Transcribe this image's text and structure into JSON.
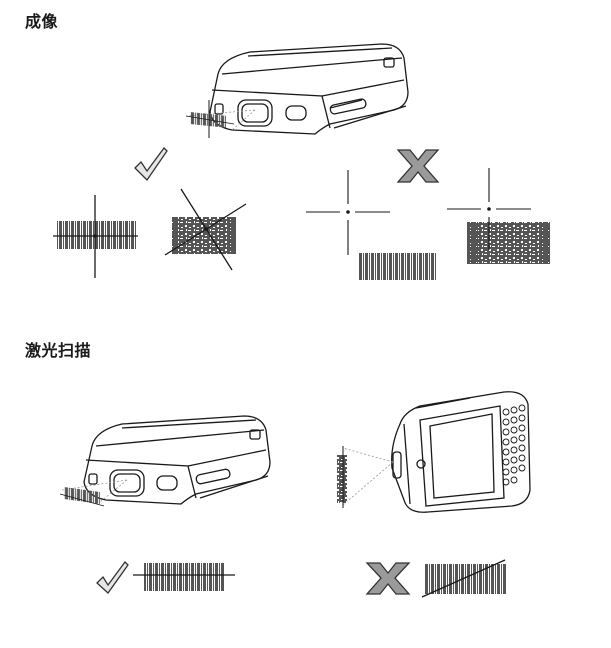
{
  "sections": {
    "imaging": {
      "title": "成像",
      "figures": {
        "device": "imager-device-angled-view",
        "correct_label": "check-mark",
        "correct_examples": [
          "linear-barcode-crosshair-centered",
          "2d-barcode-crosshair-rotated-centered"
        ],
        "incorrect_label": "x-mark",
        "incorrect_examples": [
          "crosshair-off-linear-barcode",
          "crosshair-off-edge-2d-barcode"
        ]
      }
    },
    "laser": {
      "title": "激光扫描",
      "figures": {
        "device_left": "laser-device-angled-view",
        "device_right": "laser-device-side-view",
        "correct_label": "check-mark",
        "correct_example": "scan-line-across-barcode",
        "incorrect_label": "x-mark",
        "incorrect_example": "scan-line-diagonal-barcode"
      }
    }
  },
  "colors": {
    "ink": "#1a1a1a",
    "barcode": "#555555",
    "mark_fill": "#9a9a9a",
    "check_fill": "#e6e6e6"
  }
}
